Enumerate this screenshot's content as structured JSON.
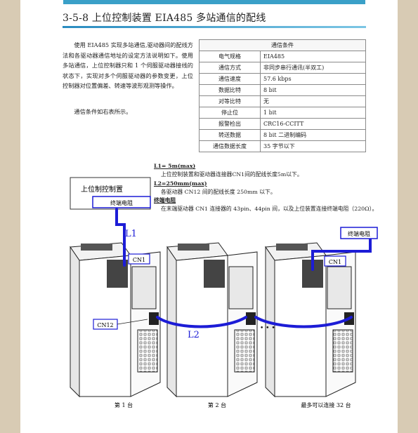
{
  "header": {
    "title": "3-5-8 上位控制装置 EIA485 多站通信的配线"
  },
  "intro": {
    "paragraph": "使用 EIA485 实现多站通信,驱动器间的配线方法和各驱动器通信地址的设定方法说明如下。使用多站通信，上位控制器只和 1 个伺服驱动器接线的状态下，实现对多个伺服驱动器的参数变更，上位控制器对位置偏差、转速等波形观测等操作。",
    "table_ref": "通信条件如右表所示。"
  },
  "table": {
    "header": "通信条件",
    "rows": [
      {
        "key": "电气规格",
        "value": "EIA485"
      },
      {
        "key": "通信方式",
        "value": "非同步串行通讯(半双工)"
      },
      {
        "key": "通信速度",
        "value": "57.6 kbps"
      },
      {
        "key": "数据比特",
        "value": "8 bit"
      },
      {
        "key": "对等比特",
        "value": "无"
      },
      {
        "key": "停止位",
        "value": "1 bit"
      },
      {
        "key": "报警检出",
        "value": "CRC16-CCITT"
      },
      {
        "key": "转送数据",
        "value": "8 bit 二进制编码"
      },
      {
        "key": "通信数据长度",
        "value": "35 字节以下"
      }
    ]
  },
  "notes": [
    {
      "head": "L1= 5m(max)",
      "body": "上位控制装置和驱动器连接器CN1间的配线长度5m以下。"
    },
    {
      "head": "L2=250mm(max)",
      "body": "各驱动器 CN12 间的配线长度 250mm 以下。"
    },
    {
      "head": "终端电阻",
      "body": "在末端驱动器 CN1 连接器的 43pin、44pin 间，以及上位装置连接终端电阻（220Ω）。"
    }
  ],
  "diagram": {
    "controller_label": "上位制控制置",
    "terminator_label_1": "终端电阻",
    "terminator_label_2": "终端电阻",
    "cn1_label_a": "CN1",
    "cn1_label_b": "CN1",
    "cn12_label": "CN12",
    "l1_label": "L1",
    "l2_label": "L2",
    "dots": "• • •",
    "caption_1": "第 1 台",
    "caption_2": "第 2 台",
    "caption_3": "最多可以连接 32 台",
    "wire_color": "#1c1cd6"
  }
}
